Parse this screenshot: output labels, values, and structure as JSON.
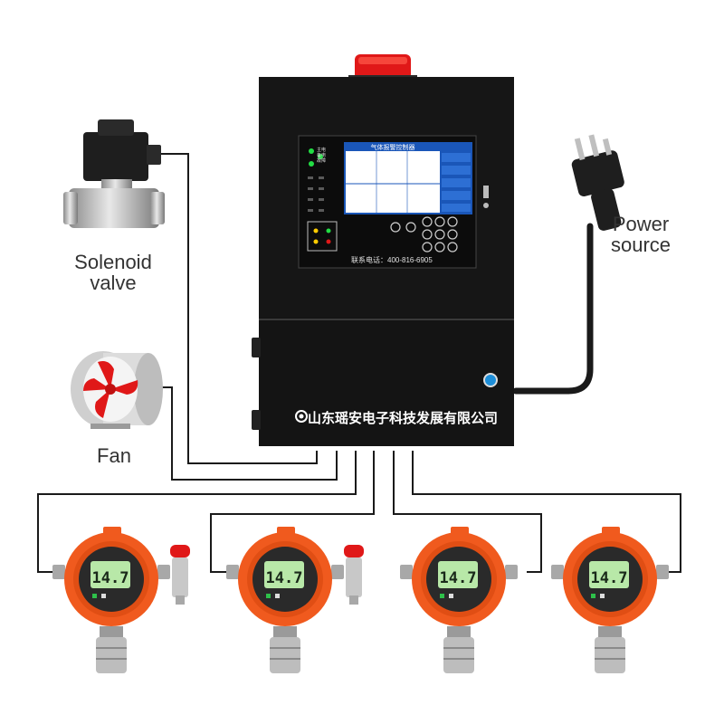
{
  "labels": {
    "solenoid_valve": [
      "Solenoid",
      "valve"
    ],
    "fan": "Fan",
    "power_source": [
      "Power",
      "source"
    ]
  },
  "controller": {
    "company_name": "山东瑶安电子科技发展有限公司",
    "screen_title": "气体报警控制器",
    "contact": "联系电话：400-816-6905",
    "status_labels": [
      "主电",
      "备电",
      "故障"
    ]
  },
  "detectors": [
    {
      "reading": "14.7",
      "has_alarm_light": true
    },
    {
      "reading": "14.7",
      "has_alarm_light": true
    },
    {
      "reading": "14.7",
      "has_alarm_light": false
    },
    {
      "reading": "14.7",
      "has_alarm_light": false
    }
  ],
  "colors": {
    "cabinet": "#161616",
    "detector_orange": "#f05a1e",
    "screen_blue": "#1a56b8",
    "alarm_red": "#e01818",
    "wire": "#1a1a1a",
    "lcd_green": "#b8e8a8"
  }
}
